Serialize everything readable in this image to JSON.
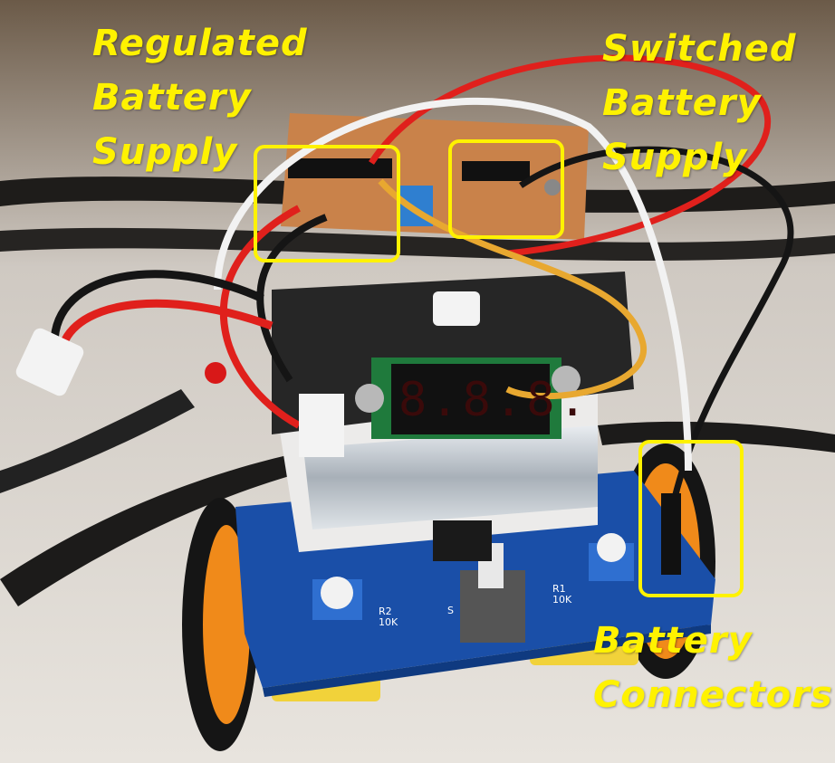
{
  "annotations": {
    "regulated": {
      "lines": [
        "Regulated",
        "Battery",
        "Supply"
      ]
    },
    "switched": {
      "lines": [
        "Switched",
        "Battery",
        "Supply"
      ]
    },
    "connectors": {
      "lines": [
        "Battery",
        "Connectors"
      ]
    }
  },
  "pcb": {
    "r2_label": "R2",
    "r2_value": "10K",
    "r1_label": "R1",
    "r1_value": "10K",
    "s_label": "S"
  },
  "voltmeter": {
    "display": "8.8.8."
  },
  "colors": {
    "highlight": "#fff200",
    "pcb": "#1a4fa8",
    "wire_red": "#e0201c",
    "wire_black": "#151515",
    "wire_white": "#f2f2f2",
    "wire_yellow": "#e8a830",
    "wheel": "#f08a1a"
  }
}
